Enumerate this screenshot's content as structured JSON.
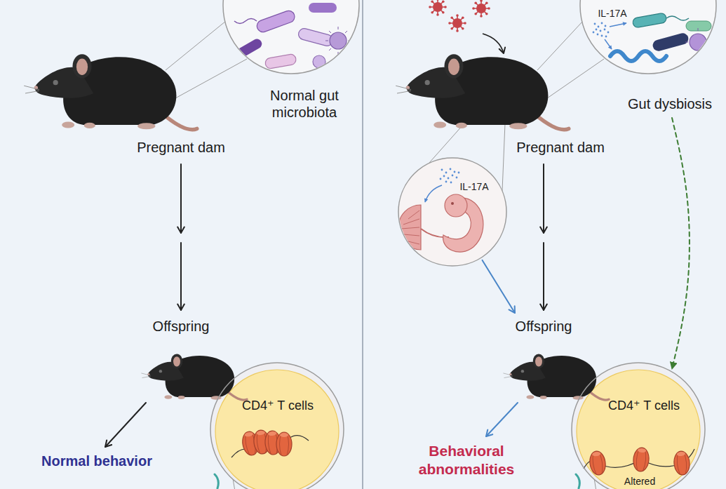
{
  "diagram": {
    "nodes": [
      {
        "text": [
          "Pregnant dam"
        ]
      },
      {
        "text": [
          "Normal gut microbiota"
        ]
      },
      {
        "text": [
          "Offspring"
        ]
      },
      {
        "text": [
          "CD4⁺ T cells"
        ]
      },
      {
        "text": [
          "Normal behavior"
        ]
      },
      {
        "text": [
          "Pregnant dam"
        ]
      },
      {
        "text": [
          "IL-17A",
          "Gut dysbiosis"
        ]
      },
      {
        "text": [
          "IL-17A"
        ]
      },
      {
        "text": [
          "Offspring"
        ]
      },
      {
        "text": [
          "CD4⁺ T cells",
          "Altered"
        ]
      },
      {
        "text": [
          "Behavioral abnormalities"
        ]
      }
    ],
    "edges": [
      {
        "from": 0,
        "to": 2,
        "arrow": "to"
      },
      {
        "from": 2,
        "to": 4,
        "arrow": "to"
      },
      {
        "from": 5,
        "to": 8,
        "arrow": "to"
      },
      {
        "from": 7,
        "to": 8,
        "arrow": "to"
      },
      {
        "from": 6,
        "to": 9,
        "arrow": "to"
      },
      {
        "from": 8,
        "to": 10,
        "arrow": "to"
      }
    ]
  }
}
